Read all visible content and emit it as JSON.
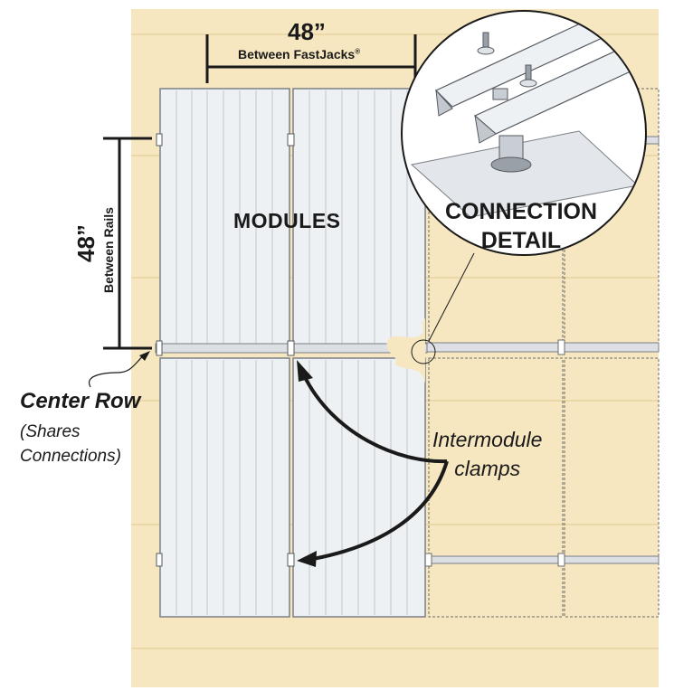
{
  "dimensions": {
    "top_value": "48”",
    "top_caption": "Between FastJacks",
    "top_caption_mark": "®",
    "left_value": "48”",
    "left_caption": "Between Rails"
  },
  "labels": {
    "modules": "MODULES",
    "center_row": "Center Row",
    "center_row_note": "(Shares Connections)",
    "intermodule_clamps_line1": "Intermodule",
    "intermodule_clamps_line2": "clamps",
    "connection_detail_line1": "CONNECTION",
    "connection_detail_line2": "DETAIL"
  },
  "colors": {
    "roof": "#f6e7c1",
    "roof_line": "#e8d6a6",
    "module_fill": "#eef1f4",
    "module_stripe": "#c9ced4",
    "frame": "#7a7f86",
    "rail": "#dcdfe3",
    "dark": "#1a1a1a"
  }
}
